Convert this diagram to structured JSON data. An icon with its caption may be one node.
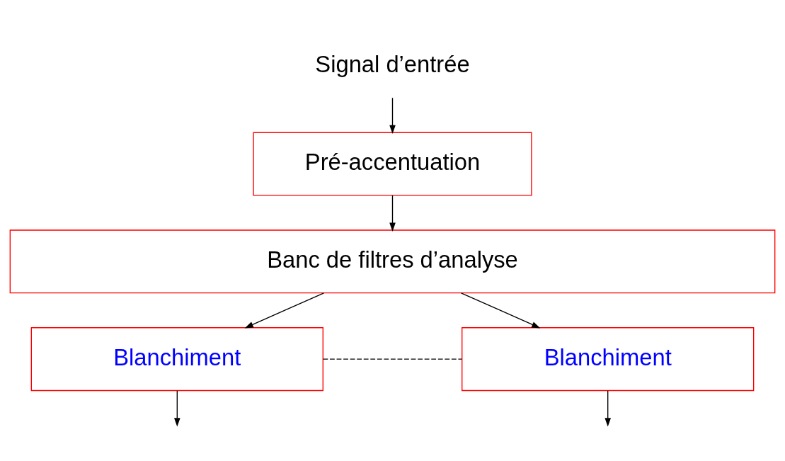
{
  "diagram": {
    "nodes": [
      {
        "text": [
          "Signal d’entrée"
        ]
      },
      {
        "text": [
          "Pré-accentuation"
        ]
      },
      {
        "text": [
          "Banc de filtres d’analyse"
        ]
      },
      {
        "text": [
          "Blanchiment"
        ]
      },
      {
        "text": [
          "Blanchiment"
        ]
      }
    ],
    "edges": [
      {
        "from": 0,
        "to": 1,
        "arrow": "to"
      },
      {
        "from": 1,
        "to": 2,
        "arrow": "to"
      },
      {
        "from": 2,
        "to": 3,
        "arrow": "to"
      },
      {
        "from": 2,
        "to": 4,
        "arrow": "to"
      },
      {
        "from": 3,
        "to": 4,
        "arrow": "none",
        "style": "dashed"
      },
      {
        "from": 3,
        "to": null,
        "arrow": "to"
      },
      {
        "from": 4,
        "to": null,
        "arrow": "to"
      }
    ]
  }
}
